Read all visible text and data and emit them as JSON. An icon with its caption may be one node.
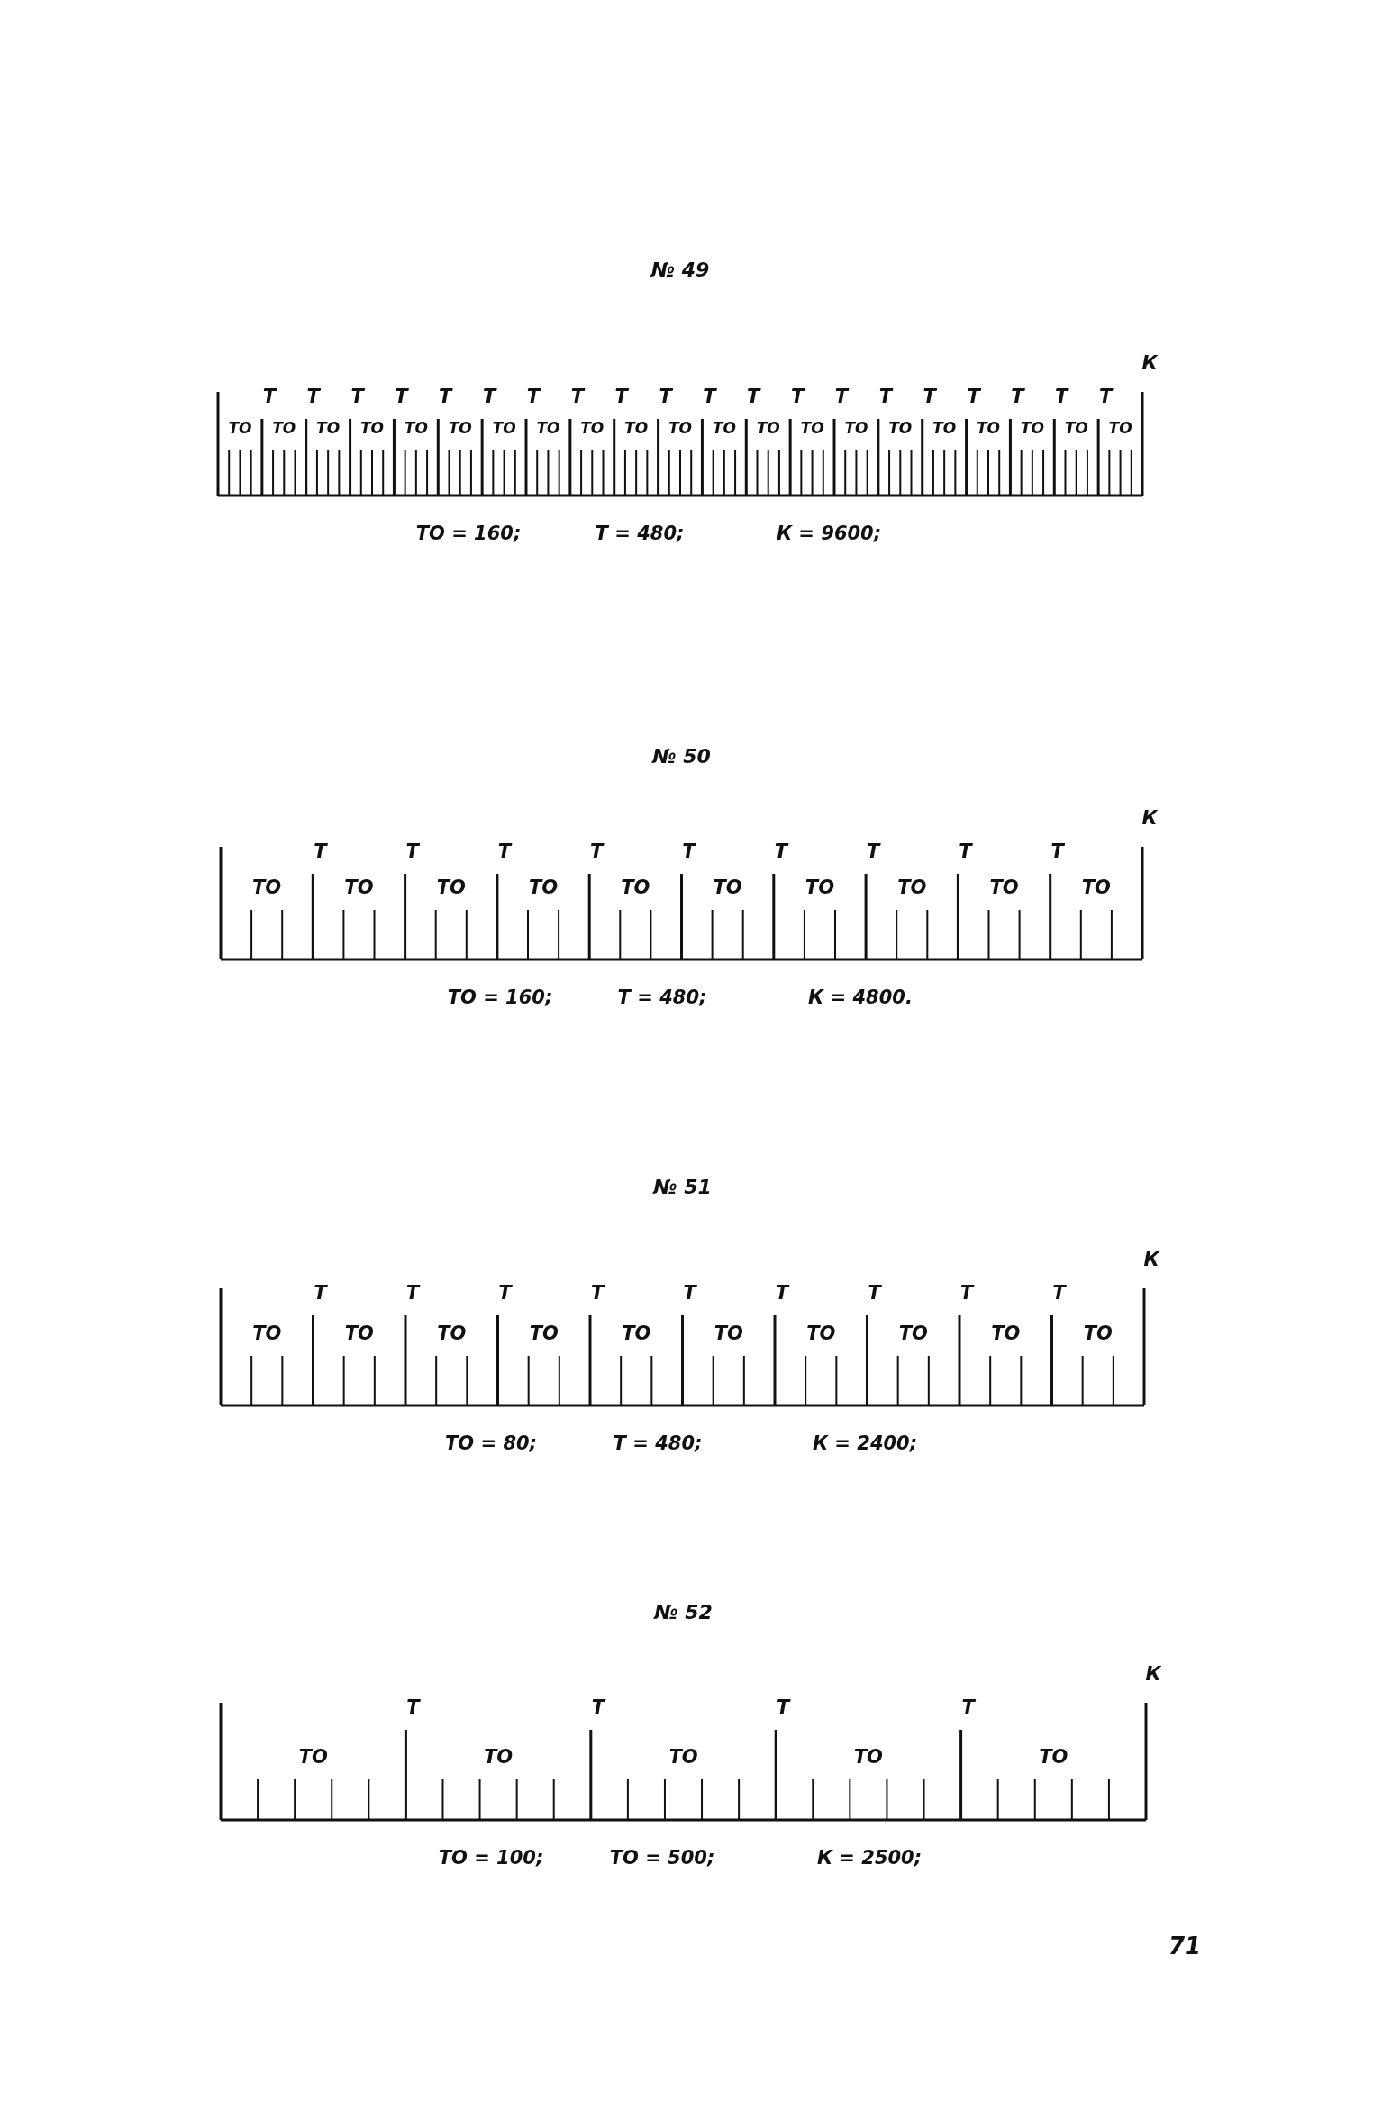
{
  "diagram": {
    "labels": [
      "№ 49",
      "К",
      "Т",
      "Т",
      "Т",
      "Т",
      "Т",
      "Т",
      "Т",
      "Т",
      "Т",
      "Т",
      "Т",
      "Т",
      "Т",
      "Т",
      "Т",
      "Т",
      "Т",
      "Т",
      "Т",
      "Т",
      "ТО",
      "ТО",
      "ТО",
      "ТО",
      "ТО",
      "ТО",
      "ТО",
      "ТО",
      "ТО",
      "ТО",
      "ТО",
      "ТО",
      "ТО",
      "ТО",
      "ТО",
      "ТО",
      "ТО",
      "ТО",
      "ТО",
      "ТО",
      "ТО",
      "ТО = 160;",
      "Т = 480;",
      "К = 9600;",
      "№ 50",
      "К",
      "Т",
      "Т",
      "Т",
      "Т",
      "Т",
      "Т",
      "Т",
      "Т",
      "Т",
      "ТО",
      "ТО",
      "ТО",
      "ТО",
      "ТО",
      "ТО",
      "ТО",
      "ТО",
      "ТО",
      "ТО",
      "ТО = 160;",
      "Т = 480;",
      "К = 4800.",
      "№ 51",
      "К",
      "Т",
      "Т",
      "Т",
      "Т",
      "Т",
      "Т",
      "Т",
      "Т",
      "Т",
      "ТО",
      "ТО",
      "ТО",
      "ТО",
      "ТО",
      "ТО",
      "ТО",
      "ТО",
      "ТО",
      "ТО",
      "ТО = 80;",
      "Т = 480;",
      "К = 2400;",
      "№ 52",
      "К",
      "Т",
      "Т",
      "Т",
      "Т",
      "ТО",
      "ТО",
      "ТО",
      "ТО",
      "ТО",
      "ТО = 100;",
      "ТО = 500;",
      "К = 2500;",
      "71"
    ]
  }
}
